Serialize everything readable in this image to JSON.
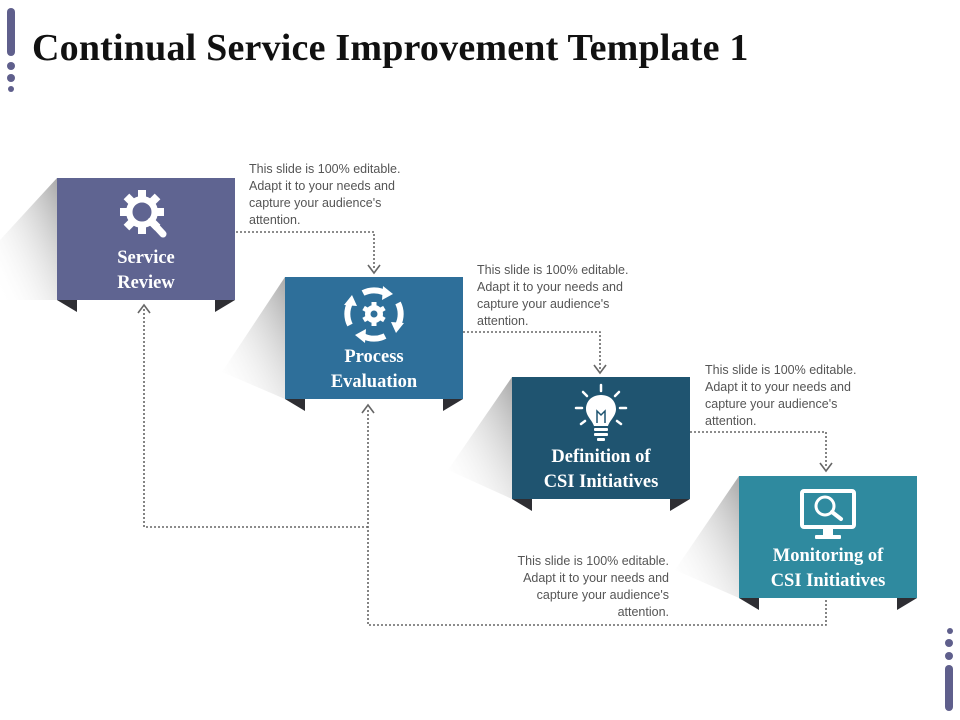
{
  "slide": {
    "title": "Continual Service Improvement Template 1"
  },
  "steps": [
    {
      "label_line1": "Service",
      "label_line2": "Review",
      "icon": "gear-magnifier-icon",
      "color": "#5f6491"
    },
    {
      "label_line1": "Process",
      "label_line2": "Evaluation",
      "icon": "cycle-arrows-gear-icon",
      "color": "#2e6f9a"
    },
    {
      "label_line1": "Definition of",
      "label_line2": "CSI Initiatives",
      "icon": "lightbulb-icon",
      "color": "#1f5470"
    },
    {
      "label_line1": "Monitoring of",
      "label_line2": "CSI Initiatives",
      "icon": "monitor-search-icon",
      "color": "#2f8a9f"
    }
  ],
  "descriptions": [
    {
      "line1": "This slide is 100% editable.",
      "line2": "Adapt it to your needs and",
      "line3": "capture your audience's",
      "line4": "attention."
    },
    {
      "line1": "This slide is 100% editable.",
      "line2": "Adapt it to your needs and",
      "line3": "capture your audience's",
      "line4": "attention."
    },
    {
      "line1": "This slide is 100% editable.",
      "line2": "Adapt it to your needs and",
      "line3": "capture your audience's",
      "line4": "attention."
    },
    {
      "line1": "This slide is 100% editable.",
      "line2": "Adapt it to your needs and",
      "line3": "capture your audience's",
      "line4": "attention."
    }
  ],
  "colors": {
    "accent": "#5f5f8c",
    "fold": "#2e2e33",
    "connector": "#666666"
  }
}
